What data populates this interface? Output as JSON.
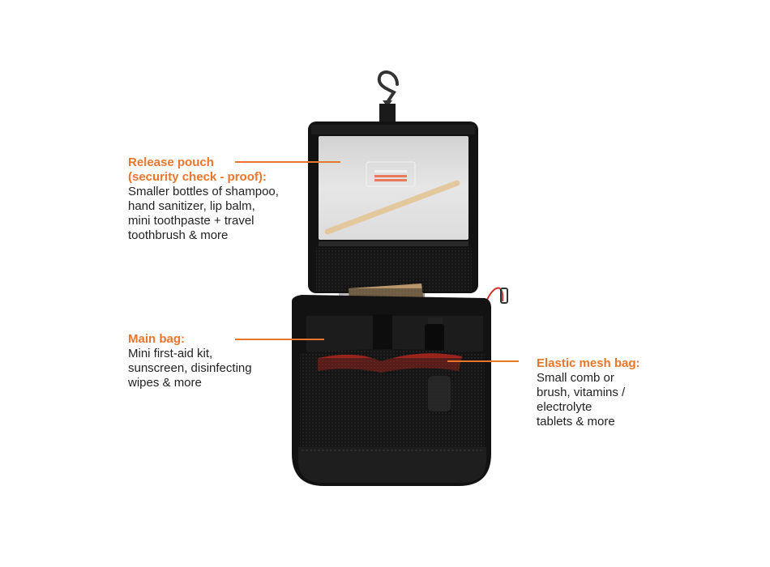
{
  "callouts": [
    {
      "id": "release-pouch",
      "title_lines": [
        "Release pouch",
        "(security check - proof):"
      ],
      "body_lines": [
        "Smaller bottles of shampoo,",
        "hand sanitizer, lip balm,",
        "mini toothpaste + travel",
        "toothbrush & more"
      ]
    },
    {
      "id": "main-bag",
      "title_lines": [
        "Main bag:"
      ],
      "body_lines": [
        "Mini first-aid kit,",
        "sunscreen, disinfecting",
        "wipes & more"
      ]
    },
    {
      "id": "elastic-mesh-bag",
      "title_lines": [
        "Elastic mesh bag:"
      ],
      "body_lines": [
        "Small comb or",
        "brush, vitamins /",
        "electrolyte",
        "tablets & more"
      ]
    }
  ],
  "colors": {
    "accent": "#e8762d",
    "text": "#222222",
    "bag": "#111111",
    "pouch": "#e3e3e3",
    "mesh_red": "#b3261e",
    "tube": "#c9a56a"
  }
}
